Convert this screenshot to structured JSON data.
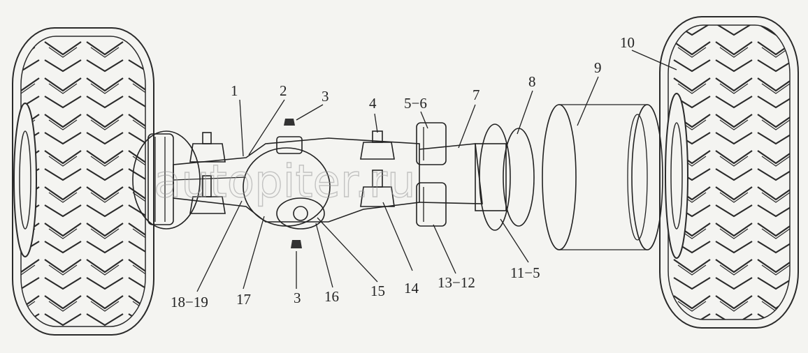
{
  "watermark": "autopiter.ru",
  "callouts": [
    {
      "id": "c1",
      "text": "1"
    },
    {
      "id": "c2",
      "text": "2"
    },
    {
      "id": "c3a",
      "text": "3"
    },
    {
      "id": "c4",
      "text": "4"
    },
    {
      "id": "c5",
      "text": "5−6"
    },
    {
      "id": "c7",
      "text": "7"
    },
    {
      "id": "c8",
      "text": "8"
    },
    {
      "id": "c9",
      "text": "9"
    },
    {
      "id": "c10",
      "text": "10"
    },
    {
      "id": "c11",
      "text": "11−5"
    },
    {
      "id": "c13",
      "text": "13−12"
    },
    {
      "id": "c14",
      "text": "14"
    },
    {
      "id": "c15",
      "text": "15"
    },
    {
      "id": "c16",
      "text": "16"
    },
    {
      "id": "c3b",
      "text": "3"
    },
    {
      "id": "c17",
      "text": "17"
    },
    {
      "id": "c18",
      "text": "18−19"
    }
  ]
}
